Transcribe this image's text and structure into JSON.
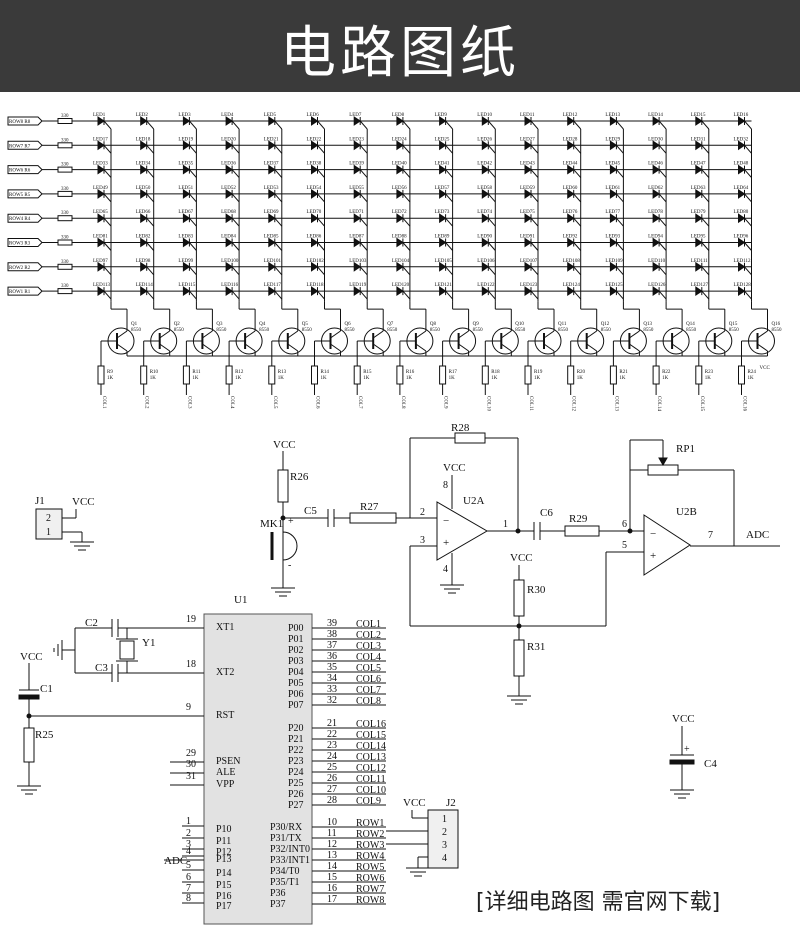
{
  "banner": {
    "title": "电路图纸"
  },
  "footer_note": "[详细电路图 需官网下载]",
  "matrix": {
    "rows": [
      "ROW8 R8",
      "ROW7 R7",
      "ROW6 R6",
      "ROW5 R5",
      "ROW4 R4",
      "ROW3 R3",
      "ROW2 R2",
      "ROW1 R1"
    ],
    "row_res_value": "330",
    "transistors": [
      "Q1",
      "Q2",
      "Q3",
      "Q4",
      "Q5",
      "Q6",
      "Q7",
      "Q8",
      "Q9",
      "Q10",
      "Q11",
      "Q12",
      "Q13",
      "Q14",
      "Q15",
      "Q16"
    ],
    "transistor_type": "8550",
    "col_resistors": [
      "R9",
      "R10",
      "R11",
      "R12",
      "R13",
      "R14",
      "R15",
      "R16",
      "R17",
      "R18",
      "R19",
      "R20",
      "R21",
      "R22",
      "R23",
      "R24"
    ],
    "col_res_value": "1K",
    "col_labels": [
      "COL1",
      "COL2",
      "COL3",
      "COL4",
      "COL5",
      "COL6",
      "COL7",
      "COL8",
      "COL9",
      "COL10",
      "COL11",
      "COL12",
      "COL13",
      "COL14",
      "COL15",
      "COL16"
    ],
    "vcc": "VCC"
  },
  "mic": {
    "vcc": "VCC",
    "r26": "R26",
    "mk1": "MK1",
    "c5": "C5",
    "r27": "R27",
    "r28": "R28",
    "u2a": "U2A",
    "pin2": "2",
    "pin3": "3",
    "pin1": "1",
    "pin8": "8",
    "pin4": "4",
    "c6": "C6",
    "r29": "R29",
    "rp1": "RP1",
    "u2b": "U2B",
    "pin6": "6",
    "pin5": "5",
    "pin7": "7",
    "adc": "ADC",
    "r30": "R30",
    "r31": "R31",
    "plus": "+",
    "minus": "-",
    "vcc_op": "VCC",
    "vcc_div": "VCC"
  },
  "j1": {
    "name": "J1",
    "pins": [
      "2",
      "1"
    ],
    "vcc": "VCC"
  },
  "mcu": {
    "name": "U1",
    "left_pins": [
      {
        "num": "19",
        "name": "XT1"
      },
      {
        "num": "18",
        "name": "XT2"
      },
      {
        "num": "9",
        "name": "RST"
      },
      {
        "num": "29",
        "name": "PSEN"
      },
      {
        "num": "30",
        "name": "ALE"
      },
      {
        "num": "31",
        "name": "VPP"
      },
      {
        "num": "1",
        "name": "P10"
      },
      {
        "num": "2",
        "name": "P11"
      },
      {
        "num": "3",
        "name": "P12"
      },
      {
        "num": "4",
        "name": "P13"
      },
      {
        "num": "5",
        "name": "P14"
      },
      {
        "num": "6",
        "name": "P15"
      },
      {
        "num": "7",
        "name": "P16"
      },
      {
        "num": "8",
        "name": "P17"
      }
    ],
    "right_pins": [
      {
        "num": "39",
        "name": "P00",
        "net": "COL1"
      },
      {
        "num": "38",
        "name": "P01",
        "net": "COL2"
      },
      {
        "num": "37",
        "name": "P02",
        "net": "COL3"
      },
      {
        "num": "36",
        "name": "P03",
        "net": "COL4"
      },
      {
        "num": "35",
        "name": "P04",
        "net": "COL5"
      },
      {
        "num": "34",
        "name": "P05",
        "net": "COL6"
      },
      {
        "num": "33",
        "name": "P06",
        "net": "COL7"
      },
      {
        "num": "32",
        "name": "P07",
        "net": "COL8"
      },
      {
        "num": "21",
        "name": "P20",
        "net": "COL16"
      },
      {
        "num": "22",
        "name": "P21",
        "net": "COL15"
      },
      {
        "num": "23",
        "name": "P22",
        "net": "COL14"
      },
      {
        "num": "24",
        "name": "P23",
        "net": "COL13"
      },
      {
        "num": "25",
        "name": "P24",
        "net": "COL12"
      },
      {
        "num": "26",
        "name": "P25",
        "net": "COL11"
      },
      {
        "num": "27",
        "name": "P26",
        "net": "COL10"
      },
      {
        "num": "28",
        "name": "P27",
        "net": "COL9"
      },
      {
        "num": "10",
        "name": "P30/RX",
        "net": "ROW1"
      },
      {
        "num": "11",
        "name": "P31/TX",
        "net": "ROW2"
      },
      {
        "num": "12",
        "name": "P32/INT0",
        "net": "ROW3"
      },
      {
        "num": "13",
        "name": "P33/INT1",
        "net": "ROW4"
      },
      {
        "num": "14",
        "name": "P34/T0",
        "net": "ROW5"
      },
      {
        "num": "15",
        "name": "P35/T1",
        "net": "ROW6"
      },
      {
        "num": "16",
        "name": "P36",
        "net": "ROW7"
      },
      {
        "num": "17",
        "name": "P37",
        "net": "ROW8"
      }
    ],
    "adc_net": "ADC",
    "c1": "C1",
    "c2": "C2",
    "c3": "C3",
    "y1": "Y1",
    "r25": "R25",
    "vcc": "VCC"
  },
  "j2": {
    "name": "J2",
    "pins": [
      "1",
      "2",
      "3",
      "4"
    ],
    "vcc": "VCC"
  },
  "c4": {
    "name": "C4",
    "vcc": "VCC",
    "plus": "+"
  }
}
